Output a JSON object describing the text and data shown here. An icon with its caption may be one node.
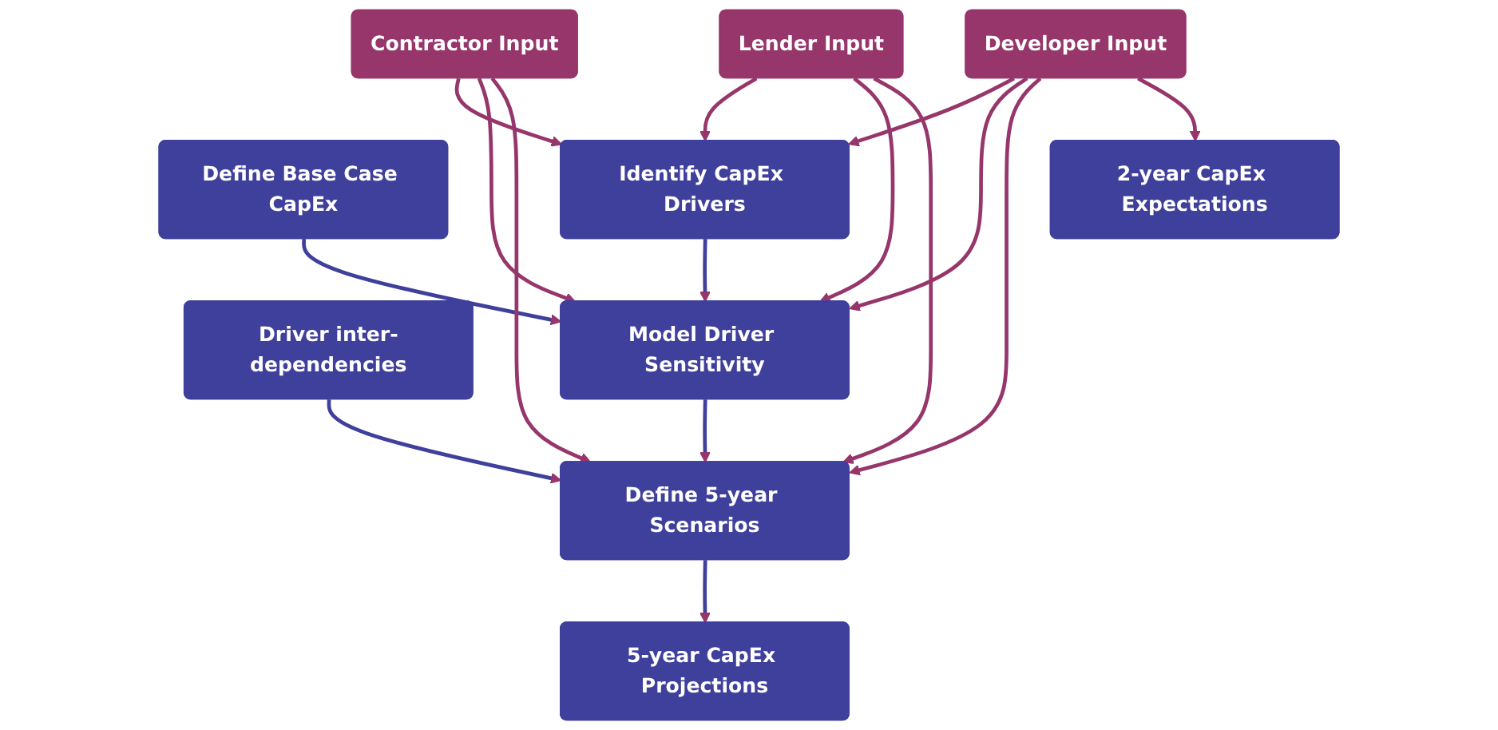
{
  "diagram": {
    "nodes": [
      {
        "text": [
          "Define Base Case CapEx"
        ]
      },
      {
        "text": [
          "Driver inter-dependencies"
        ]
      },
      {
        "text": [
          "Identify CapEx Drivers"
        ]
      },
      {
        "text": [
          "Model Driver Sensitivity"
        ]
      },
      {
        "text": [
          "Define 5-year Scenarios"
        ]
      },
      {
        "text": [
          "5-year CapEx Projections"
        ]
      },
      {
        "text": [
          "Contractor Input"
        ]
      },
      {
        "text": [
          "Lender Input"
        ]
      },
      {
        "text": [
          "Developer Input"
        ]
      },
      {
        "text": [
          "2-year CapEx Expectations"
        ]
      }
    ],
    "edges": [
      {
        "from": 0,
        "to": 3,
        "arrow": "to",
        "color": "#3f3f9c"
      },
      {
        "from": 1,
        "to": 4,
        "arrow": "to",
        "color": "#3f3f9c"
      },
      {
        "from": 2,
        "to": 3,
        "arrow": "to",
        "color": "#3f3f9c"
      },
      {
        "from": 3,
        "to": 4,
        "arrow": "to",
        "color": "#3f3f9c"
      },
      {
        "from": 4,
        "to": 5,
        "arrow": "to",
        "color": "#3f3f9c"
      },
      {
        "from": 6,
        "to": 2,
        "arrow": "to"
      },
      {
        "from": 6,
        "to": 3,
        "arrow": "to"
      },
      {
        "from": 6,
        "to": 4,
        "arrow": "to"
      },
      {
        "from": 7,
        "to": 2,
        "arrow": "to"
      },
      {
        "from": 7,
        "to": 3,
        "arrow": "to"
      },
      {
        "from": 7,
        "to": 4,
        "arrow": "to"
      },
      {
        "from": 8,
        "to": 2,
        "arrow": "to"
      },
      {
        "from": 8,
        "to": 3,
        "arrow": "to"
      },
      {
        "from": 8,
        "to": 4,
        "arrow": "to"
      },
      {
        "from": 8,
        "to": 9,
        "arrow": "to"
      }
    ]
  }
}
